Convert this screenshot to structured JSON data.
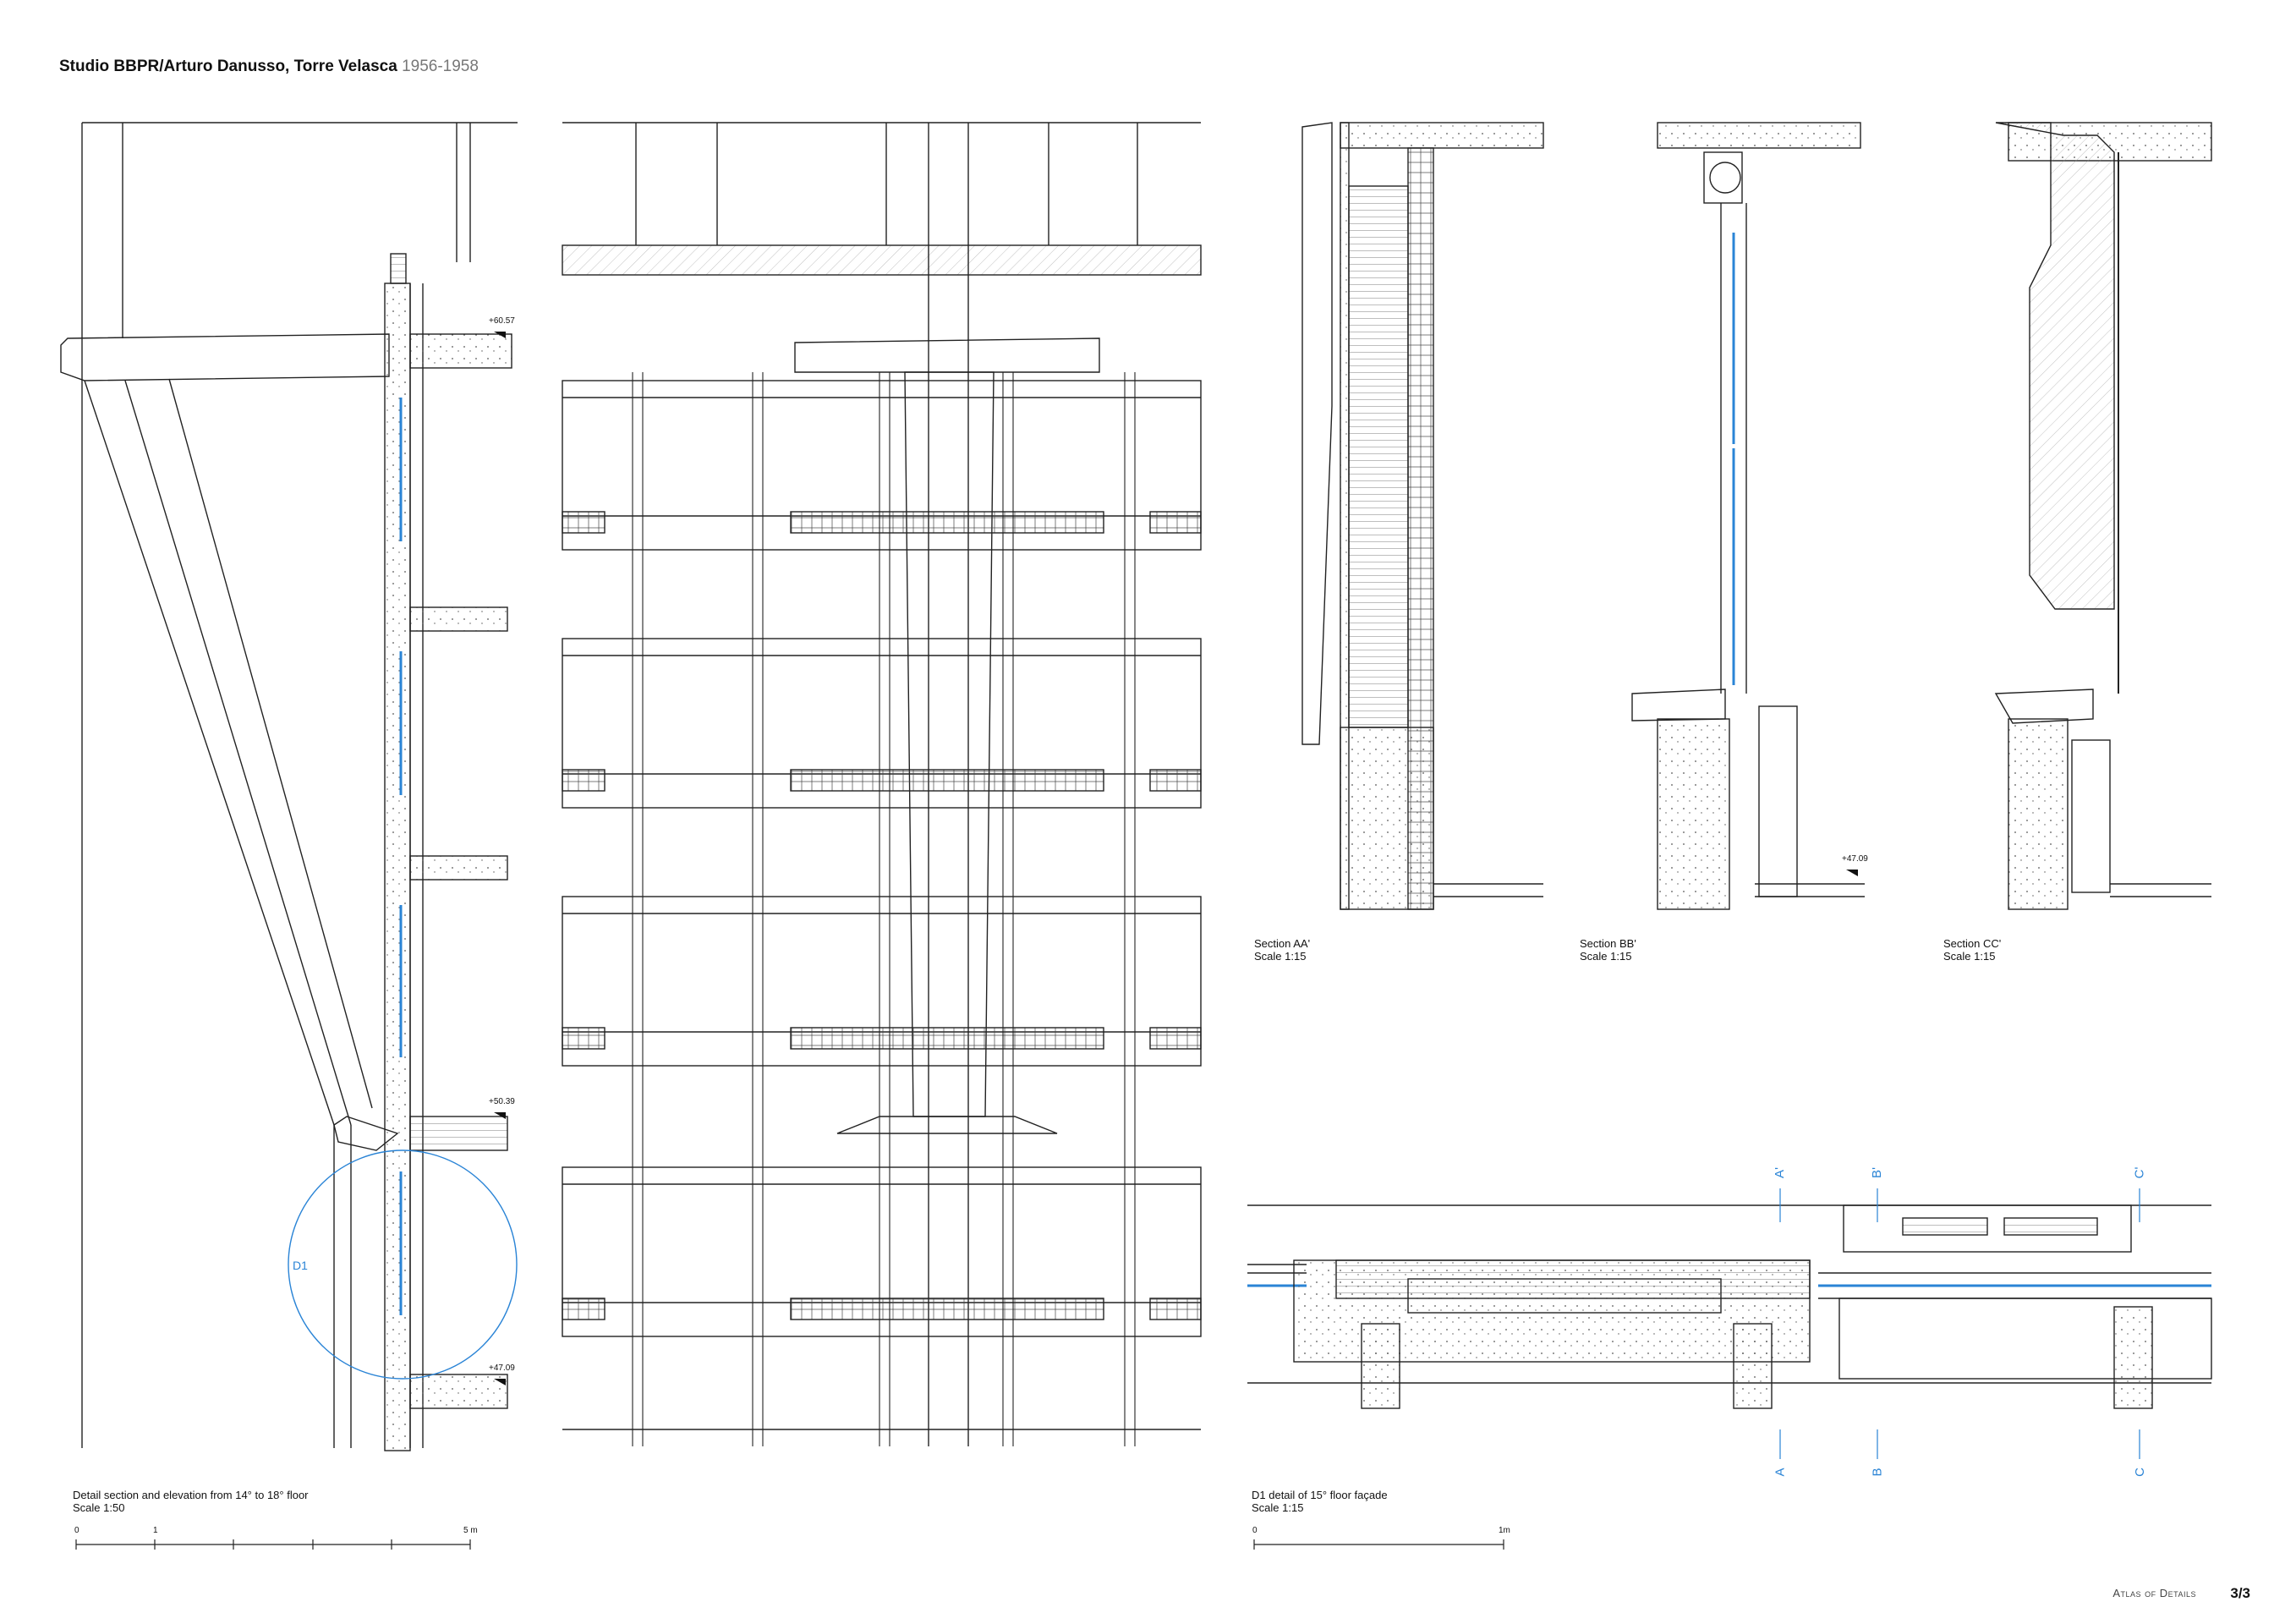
{
  "header": {
    "title_bold": "Studio BBPR/Arturo Danusso, Torre Velasca",
    "title_years": "1956-1958"
  },
  "section_main": {
    "levels": [
      "+60.57",
      "+50.39",
      "+47.09"
    ],
    "detail_marker": "D1",
    "caption_line1": "Detail section and elevation from 14° to 18° floor",
    "caption_line2": "Scale 1:50",
    "scale_ticks": [
      "0",
      "1",
      "5 m"
    ]
  },
  "sections": [
    {
      "label": "Section AA'",
      "scale": "Scale 1:15"
    },
    {
      "label": "Section BB'",
      "scale": "Scale 1:15",
      "level": "+47.09"
    },
    {
      "label": "Section CC'",
      "scale": "Scale 1:15"
    }
  ],
  "plan_detail": {
    "caption_line1": "D1 detail of 15° floor façade",
    "caption_line2": "Scale 1:15",
    "scale_ticks": [
      "0",
      "1m"
    ],
    "cut_labels_top": [
      "A'",
      "B'",
      "C'"
    ],
    "cut_labels_bottom": [
      "A",
      "B",
      "C"
    ]
  },
  "colors": {
    "accent": "#2a84d6",
    "line": "#222222"
  },
  "footer": {
    "publication": "Atlas of Details",
    "page": "3/3"
  }
}
